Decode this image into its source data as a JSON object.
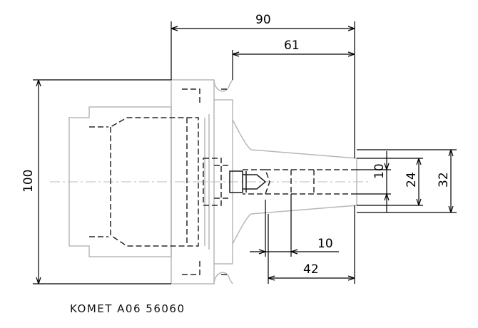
{
  "drawing": {
    "caption": "KOMET A06 56060",
    "dimensions": {
      "overall_length": "90",
      "taper_length": "61",
      "flange_diameter": "100",
      "bore_diameter": "10",
      "inner_diameter": "24",
      "nose_diameter": "32",
      "short_length": "10",
      "bore_length": "42"
    }
  }
}
